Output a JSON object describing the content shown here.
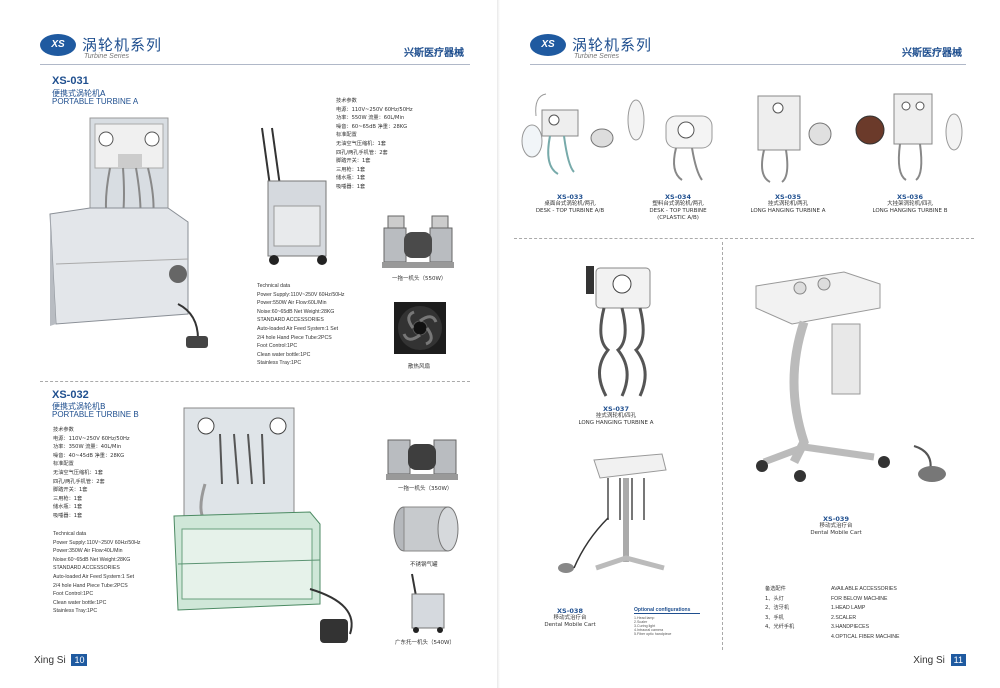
{
  "left_page": {
    "logo": "XS",
    "series_cn": "涡轮机系列",
    "series_en": "Turbine Series",
    "brand": "兴斯医疗器械",
    "xs031": {
      "code": "XS-031",
      "name_cn": "便携式涡轮机A",
      "name_en": "PORTABLE TURBINE A",
      "spec_cn": [
        "技术参数",
        "电源：110V~250V  60Hz/50Hz",
        "功率：550W    流量：60L/Min",
        "噪音：60~65dB  净重：28KG",
        "标准配置",
        "无油空气压缩机：1套",
        "四孔/两孔手机管：2套",
        "脚踏开关：1套",
        "三用枪：1套",
        "储水瓶：1套",
        "吸唾器：1套"
      ],
      "spec_en": [
        "Technical data",
        "Power Supply:110V~250V  60Hz/50Hz",
        "Power:550W    Air Flow:60L/Min",
        "Noise:60~65dB   Net Weight:28KG",
        "STANDARD ACCESSORIES",
        "Auto-loaded Air Feed System:1 Set",
        "2/4 hole Hand Piece Tube:2PCS",
        "Foot Control:1PC",
        "Clean water bottle:1PC",
        "Stainless Tray:1PC"
      ],
      "compressor_caption": "一拖一机头（550W）",
      "fan_caption": "散热风扇"
    },
    "xs032": {
      "code": "XS-032",
      "name_cn": "便携式涡轮机B",
      "name_en": "PORTABLE TURBINE B",
      "spec_cn": [
        "技术参数",
        "电源：110V~250V  60Hz/50Hz",
        "功率：350W    流量：40L/Min",
        "噪音：40~45dB   净重：28KG",
        "标准配置",
        "无油空气压缩机：1套",
        "四孔/两孔手机管：2套",
        "脚踏开关：1套",
        "三用枪：1套",
        "储水瓶：1套",
        "吸唾器：1套"
      ],
      "spec_en": [
        "Technical data",
        "Power Supply:110V~250V  60Hz/50Hz",
        "Power:350W    Air Flow:40L/Min",
        "Noise:60~65dB   Net Weight:28KG",
        "STANDARD ACCESSORIES",
        "Auto-loaded Air Feed System:1 Set",
        "2/4 hole Hand Piece Tube:2PCS",
        "Foot Control:1PC",
        "Clean water bottle:1PC",
        "Stainless Tray:1PC"
      ],
      "compressor_caption": "一拖一机头（350W）",
      "tank_caption": "不锈钢气罐",
      "trolley_caption": "广东托一机头（540W）"
    },
    "footer_brand": "Xing Si",
    "page_number": "10"
  },
  "right_page": {
    "logo": "XS",
    "series_cn": "涡轮机系列",
    "series_en": "Turbine Series",
    "brand": "兴斯医疗器械",
    "products": [
      {
        "code": "XS-033",
        "cn": "桌面台式涡轮机/两孔",
        "en": "DESK - TOP TURBINE A/B"
      },
      {
        "code": "XS-034",
        "cn": "塑料台式涡轮机/两孔",
        "en": "DESK - TOP TURBINE",
        "en2": "(CPLASTIC A/B)"
      },
      {
        "code": "XS-035",
        "cn": "挂式涡轮机/两孔",
        "en": "LONG HANGING TURBINE A"
      },
      {
        "code": "XS-036",
        "cn": "大挂架涡轮机/四孔",
        "en": "LONG HANGING TURBINE B"
      },
      {
        "code": "XS-037",
        "cn": "挂式涡轮机/四孔",
        "en": "LONG HANGING TURBINE A"
      },
      {
        "code": "XS-038",
        "cn": "移动式治疗台",
        "en": "Dental Mobile Cart"
      },
      {
        "code": "XS-039",
        "cn": "移动式治疗台",
        "en": "Dental Mobile Cart"
      }
    ],
    "optional_title": "Optional configurations",
    "optional_items": [
      "1.Head lamp",
      "2.Scaler",
      "3.Curing light",
      "4.Intraoral camera",
      "5.Fiber optic handpiece"
    ],
    "accessories_cn": [
      "备选配件",
      "1、头灯",
      "2、洁牙机",
      "3、手机",
      "4、光纤手机"
    ],
    "accessories_en": [
      "AVAILABLE ACCESSORIES",
      "FOR BELOW MACHINE",
      "1.HEAD LAMP",
      "2.SCALER",
      "3.HANDPIECES",
      "4.OPTICAL FIBER MACHINE"
    ],
    "footer_brand": "Xing Si",
    "page_number": "11"
  }
}
